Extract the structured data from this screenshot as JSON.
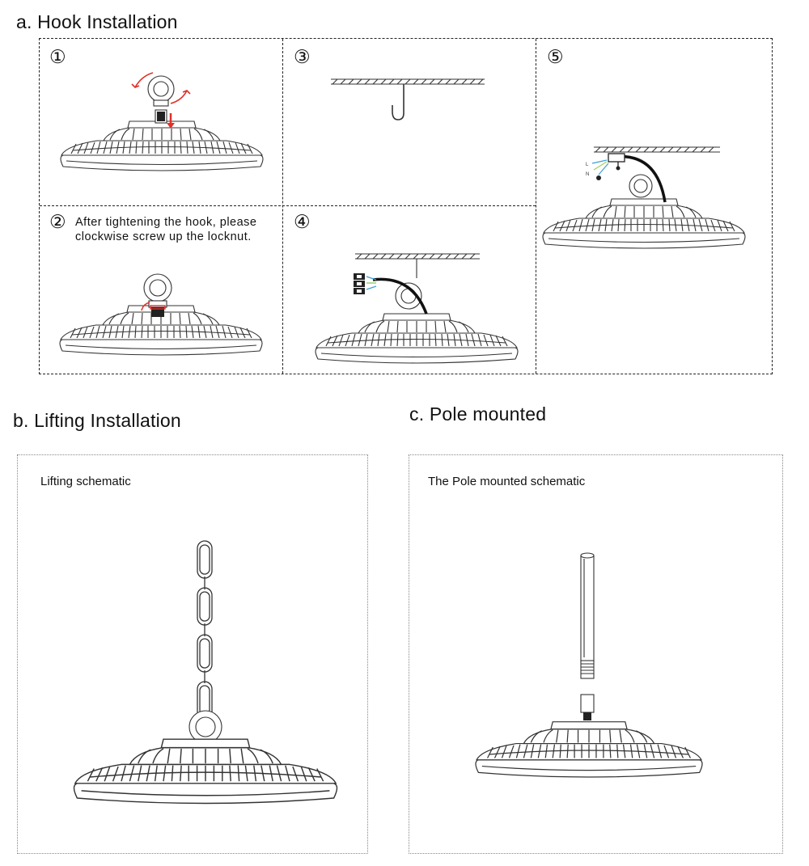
{
  "sections": {
    "hook": {
      "title": "a.  Hook Installation"
    },
    "lifting": {
      "title": "b.  Lifting Installation",
      "caption": "Lifting schematic"
    },
    "pole": {
      "title": "c.  Pole mounted",
      "caption": "The Pole mounted schematic"
    }
  },
  "steps": [
    {
      "number": "①"
    },
    {
      "number": "②",
      "text_lines": [
        "After tightening the hook, please",
        "clockwise screw up the locknut."
      ]
    },
    {
      "number": "③"
    },
    {
      "number": "④"
    },
    {
      "number": "⑤"
    }
  ],
  "wire_labels": {
    "live": "L",
    "neutral": "N"
  },
  "colors": {
    "arrow": "#e0302a",
    "wire_blue": "#3aa0d8",
    "wire_green": "#9ed25a",
    "line": "#333333"
  }
}
